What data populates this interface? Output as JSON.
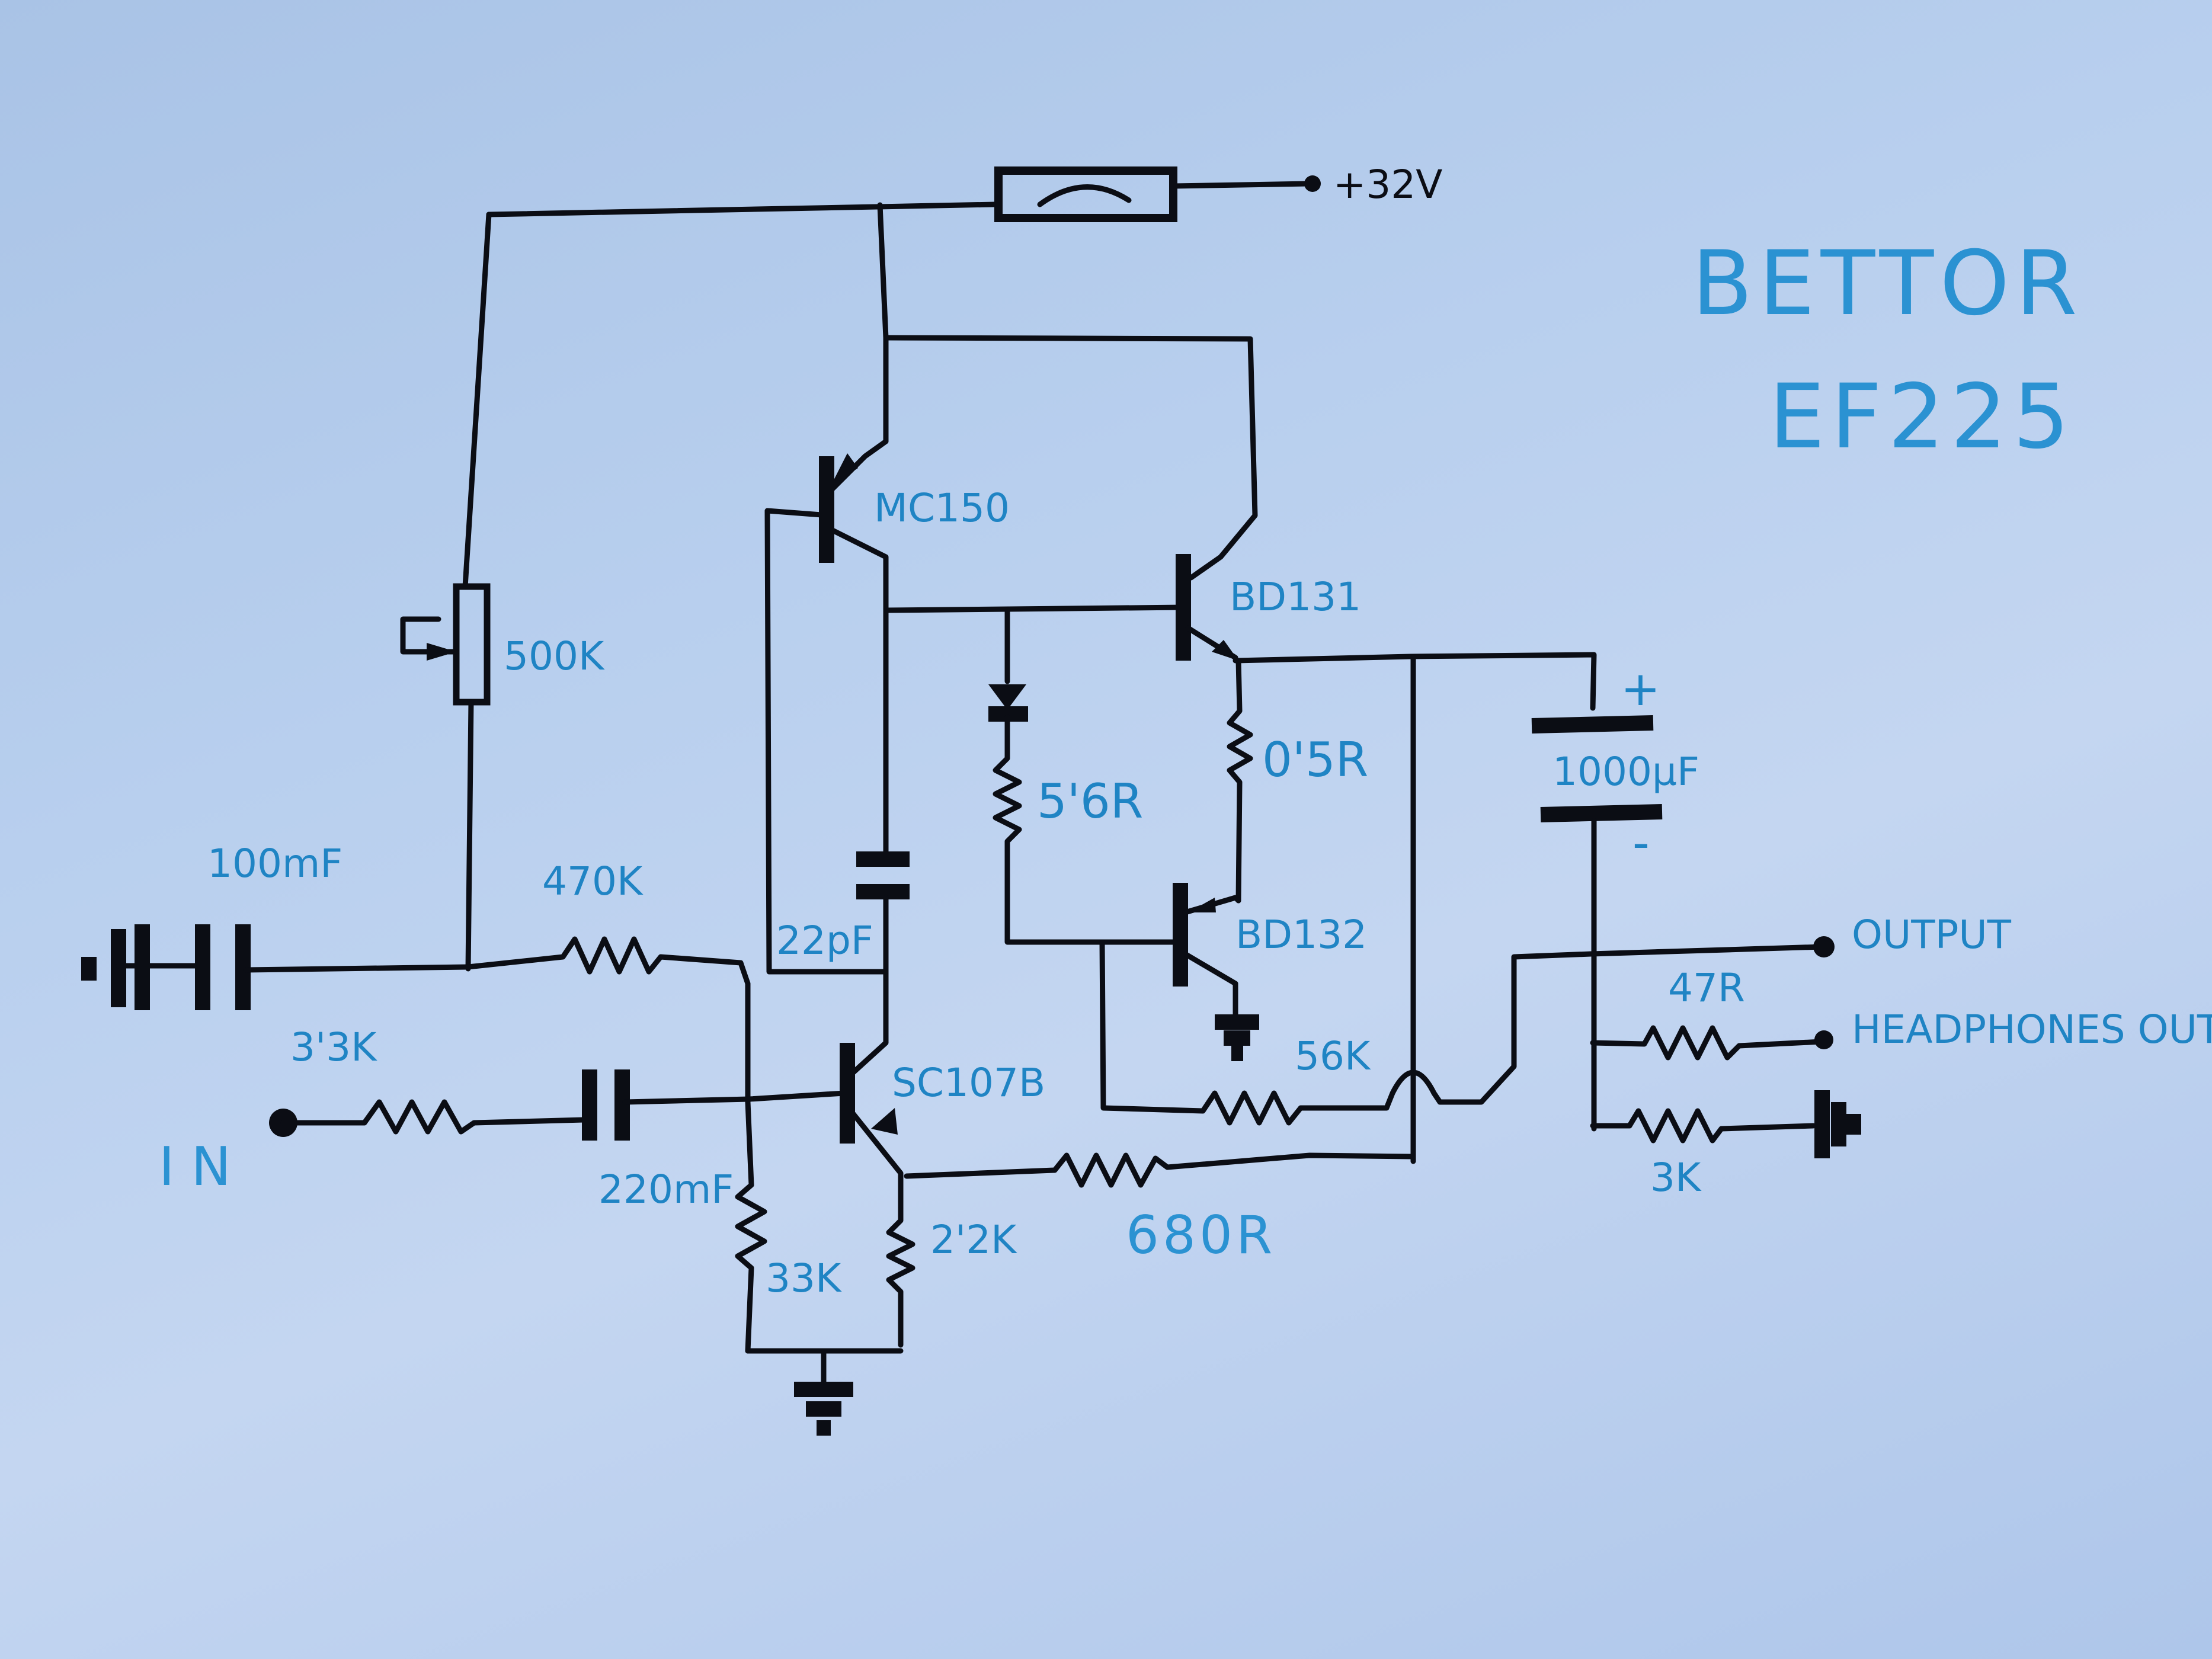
{
  "title": {
    "line1": "BETTOR",
    "line2": "EF225"
  },
  "supply": {
    "label": "+32V"
  },
  "input": {
    "label": "IN"
  },
  "outputs": {
    "output": "OUTPUT",
    "headphones": "HEADPHONES OUTPUT"
  },
  "components": {
    "pot": "500K",
    "c_in": "100mF",
    "r_470k": "470K",
    "r_33k_in": "3'3K",
    "c_220": "220mF",
    "c_22p": "22pF",
    "r_33k": "33K",
    "r_22k": "2'2K",
    "r_680": "680R",
    "r_56k": "56K",
    "r_56r": "5'6R",
    "r_05r": "0'5R",
    "c_1000": "1000µF",
    "cap_plus": "+",
    "cap_minus": "-",
    "r_47r": "47R",
    "r_3k": "3K"
  },
  "transistors": {
    "q1": "SC107B",
    "q2": "MC150",
    "q3": "BD131",
    "q4": "BD132"
  },
  "colors": {
    "ink": "#0b0d14",
    "label": "#1f84c4",
    "paper": "#b8cfee"
  }
}
